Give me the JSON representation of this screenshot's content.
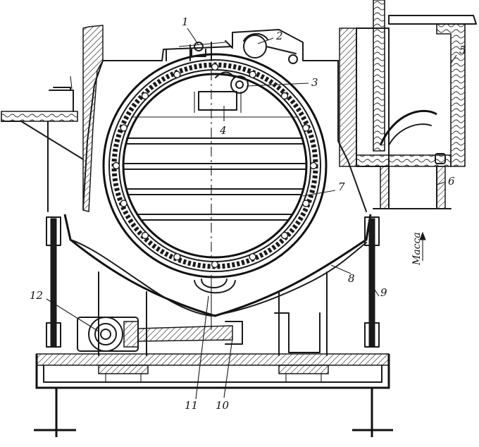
{
  "callouts": [
    {
      "id": "1",
      "text": "1"
    },
    {
      "id": "2",
      "text": "2"
    },
    {
      "id": "3",
      "text": "3"
    },
    {
      "id": "4",
      "text": "4"
    },
    {
      "id": "5",
      "text": "5"
    },
    {
      "id": "6",
      "text": "6"
    },
    {
      "id": "7",
      "text": "7"
    },
    {
      "id": "8",
      "text": "8"
    },
    {
      "id": "9",
      "text": "9"
    },
    {
      "id": "10",
      "text": "10"
    },
    {
      "id": "11",
      "text": "11"
    },
    {
      "id": "12",
      "text": "12"
    }
  ],
  "side_label": "Масса",
  "colors": {
    "ink": "#1a1a1a",
    "paper": "#ffffff"
  }
}
